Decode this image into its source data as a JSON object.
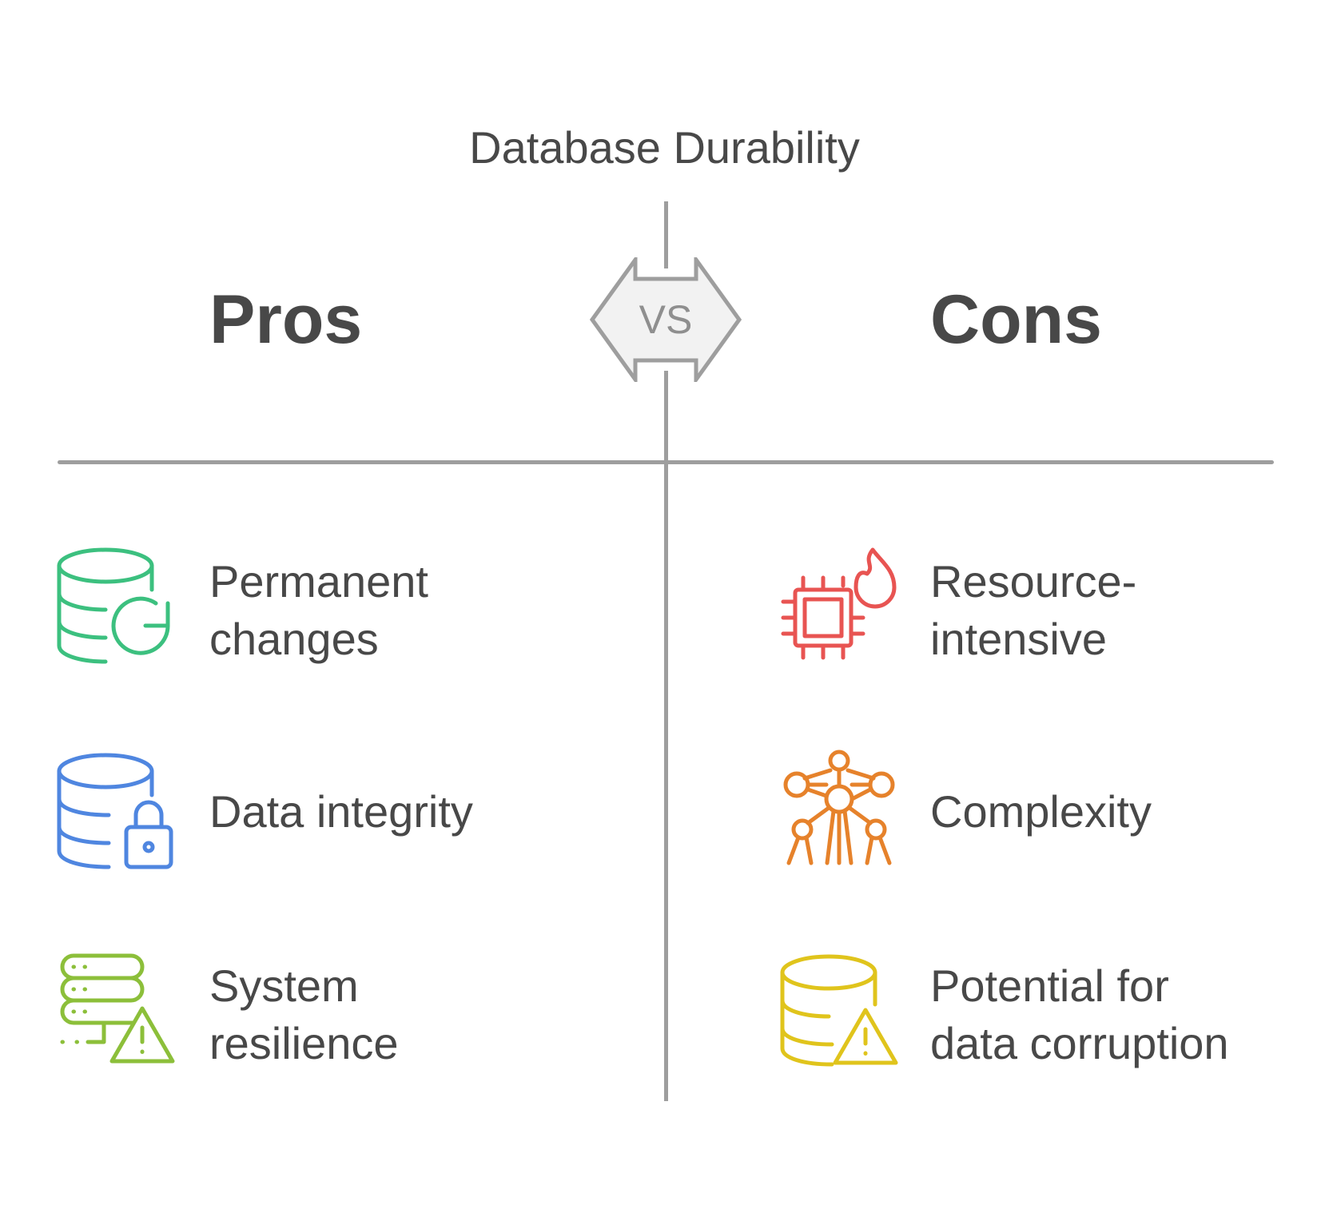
{
  "title": "Database Durability",
  "vs_label": "VS",
  "pros": {
    "heading": "Pros",
    "items": [
      {
        "lines": [
          "Permanent",
          "changes"
        ],
        "icon": "database-refresh-icon",
        "color": "#3cc07f"
      },
      {
        "lines": [
          "Data integrity"
        ],
        "icon": "database-lock-icon",
        "color": "#4f86e0"
      },
      {
        "lines": [
          "System",
          "resilience"
        ],
        "icon": "server-warning-icon",
        "color": "#8cbf3a"
      }
    ]
  },
  "cons": {
    "heading": "Cons",
    "items": [
      {
        "lines": [
          "Resource-",
          "intensive"
        ],
        "icon": "cpu-fire-icon",
        "color": "#e85452"
      },
      {
        "lines": [
          "Complexity"
        ],
        "icon": "molecule-network-icon",
        "color": "#e6822b"
      },
      {
        "lines": [
          "Potential for",
          "data corruption"
        ],
        "icon": "database-warning-icon",
        "color": "#e0c41c"
      }
    ]
  },
  "colors": {
    "divider": "#9e9e9e",
    "text": "#484848",
    "badge_fill": "#f2f2f2"
  }
}
